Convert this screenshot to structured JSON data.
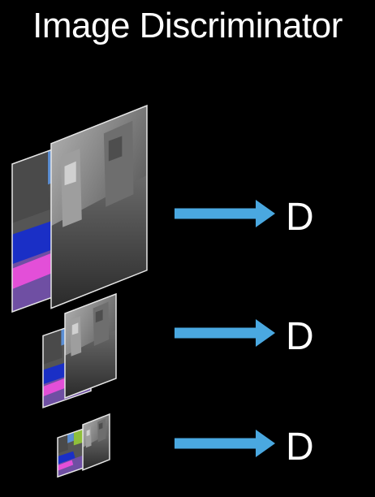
{
  "title": "Image Discriminator",
  "scales": [
    {
      "discriminator_label": "D"
    },
    {
      "discriminator_label": "D"
    },
    {
      "discriminator_label": "D"
    }
  ],
  "colors": {
    "background": "#000000",
    "arrow": "#4aa8e0",
    "label_text": "#ffffff",
    "segmap_road": "#6f4fa3",
    "segmap_sidewalk": "#e34fd8",
    "segmap_car": "#1a2fc6",
    "segmap_vegetation": "#8fbf3a",
    "segmap_sky": "#5b8fd6",
    "segmap_building": "#5c5c5c",
    "photo_gray": "#7a7a7a"
  }
}
